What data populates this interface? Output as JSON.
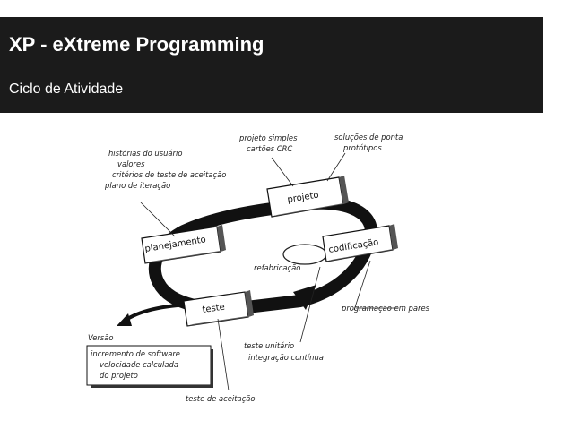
{
  "header": {
    "title": "XP - eXtreme Programming",
    "subtitle": "Ciclo de Atividade"
  },
  "diagram": {
    "nodes": {
      "planejamento": "planejamento",
      "projeto": "projeto",
      "codificacao": "codificação",
      "teste": "teste"
    },
    "annotations": {
      "plan_1": "histórias do usuário",
      "plan_2": "valores",
      "plan_3": "critérios de teste de aceitação",
      "plan_4": "plano de iteração",
      "proj_1": "projeto simples",
      "proj_2": "cartões CRC",
      "cod_1": "soluções de ponta",
      "cod_2": "protótipos",
      "refactor": "refabricação",
      "pairs": "programação em pares",
      "unit_1": "teste unitário",
      "unit_2": "integração contínua",
      "version": "Versão",
      "inc_1": "incremento de software",
      "inc_2": "velocidade calculada",
      "inc_3": "do projeto",
      "acceptance": "teste de aceitação"
    }
  }
}
